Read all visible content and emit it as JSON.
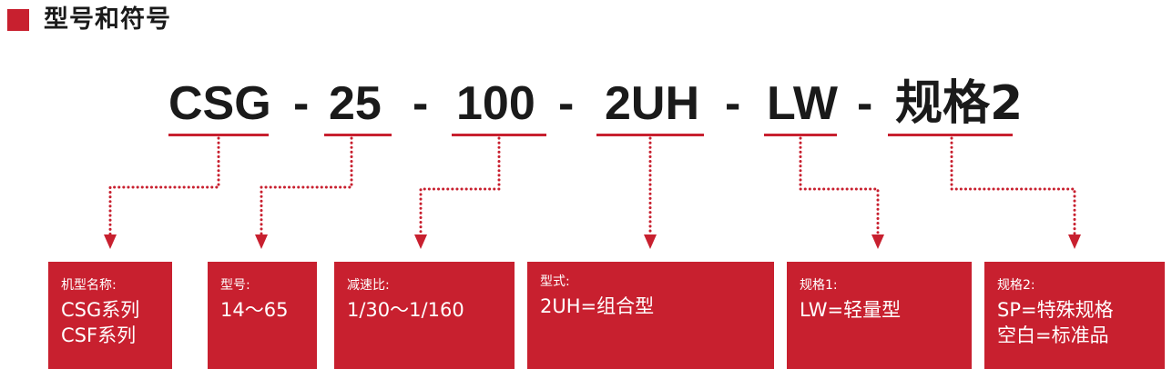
{
  "header": {
    "title": "型号和符号"
  },
  "code": {
    "parts": [
      "CSG",
      "25",
      "100",
      "2UH",
      "LW",
      "规格2"
    ],
    "separator": "-"
  },
  "boxes": [
    {
      "label": "机型名称:",
      "lines": [
        "CSG系列",
        "CSF系列"
      ]
    },
    {
      "label": "型号:",
      "lines": [
        "14～65"
      ]
    },
    {
      "label": "减速比:",
      "lines": [
        "1/30～1/160"
      ]
    },
    {
      "label": "型式:",
      "lines": [
        "2UH=组合型"
      ]
    },
    {
      "label": "规格1:",
      "lines": [
        "LW=轻量型"
      ]
    },
    {
      "label": "规格2:",
      "lines": [
        "SP=特殊规格",
        "空白=标准品"
      ]
    }
  ],
  "colors": {
    "accent": "#c8202f",
    "text": "#1a1a1a",
    "background": "#ffffff"
  }
}
